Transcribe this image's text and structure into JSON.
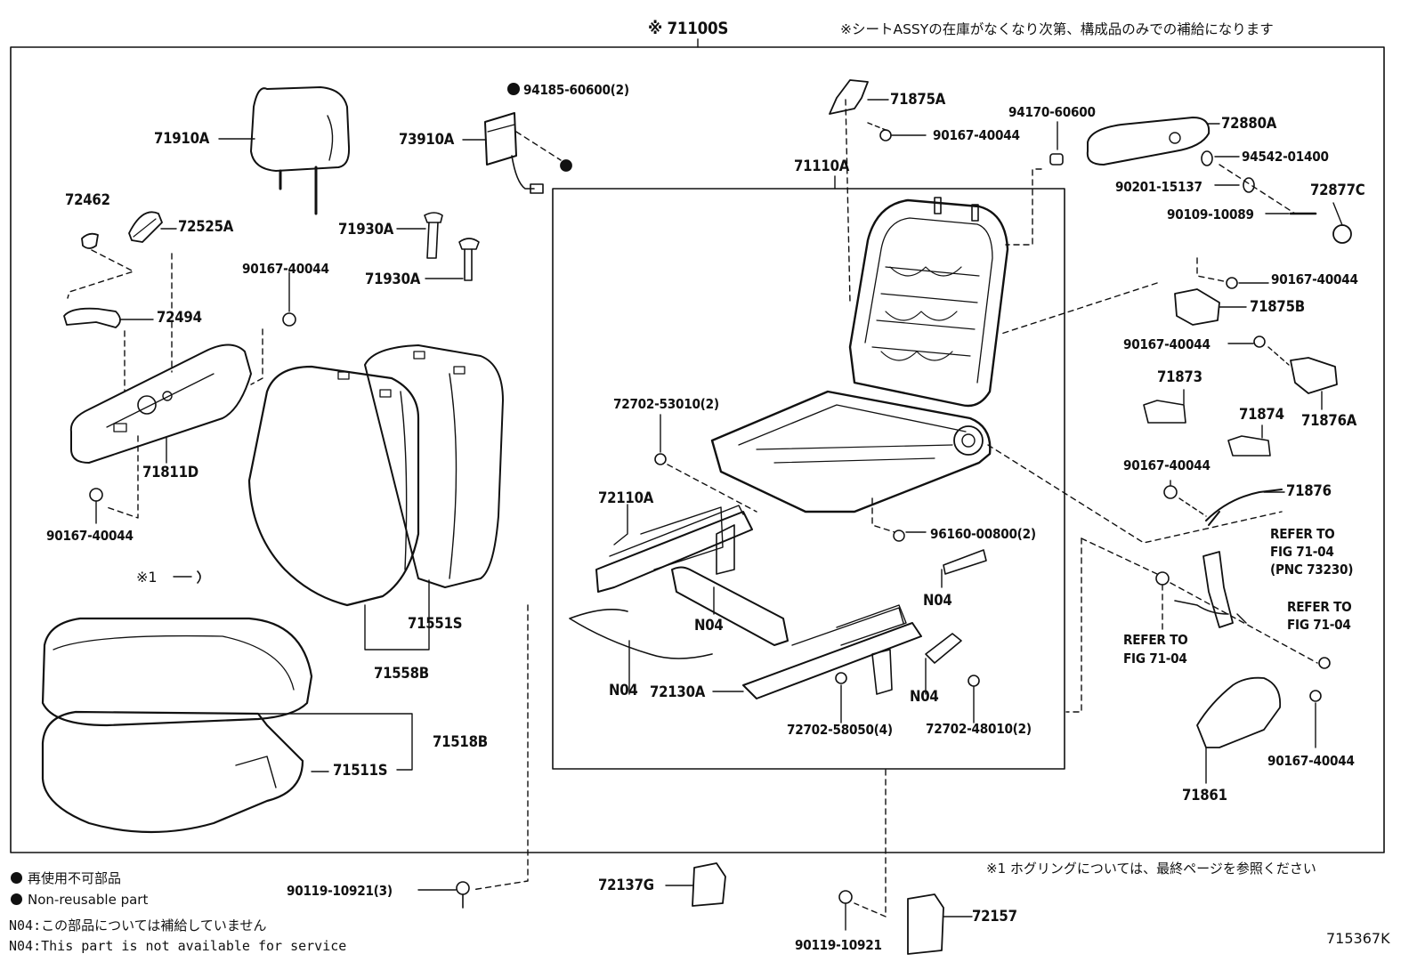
{
  "header": {
    "assembly_part": "※ 71100S",
    "assembly_note": "※シートASSYの在庫がなくなり次第、構成品のみでの補給になります"
  },
  "parts": {
    "p71910A": "71910A",
    "p73910A": "73910A",
    "p94185": "94185-60600(2)",
    "p71875A": "71875A",
    "p90167_top": "90167-40044",
    "p94170": "94170-60600",
    "p72880A": "72880A",
    "p94542": "94542-01400",
    "p90201": "90201-15137",
    "p72877C": "72877C",
    "p90109": "90109-10089",
    "p72462": "72462",
    "p72525A": "72525A",
    "p71930A_1": "71930A",
    "p71930A_2": "71930A",
    "p90167_left": "90167-40044",
    "p71110A": "71110A",
    "p72494": "72494",
    "p90167_r1": "90167-40044",
    "p71875B": "71875B",
    "p90167_r2": "90167-40044",
    "p71873": "71873",
    "p71874": "71874",
    "p71876A": "71876A",
    "p72702_53010": "72702-53010(2)",
    "p71811D": "71811D",
    "p90167_bl": "90167-40044",
    "p72110A": "72110A",
    "p90167_r3": "90167-40044",
    "p71876": "71876",
    "p96160": "96160-00800(2)",
    "p_note1_mark": "※1",
    "p71551S": "71551S",
    "p71558B": "71558B",
    "p_n04_a": "N04",
    "p_n04_b": "N04",
    "p_n04_c": "N04",
    "p_n04_d": "N04",
    "p72130A": "72130A",
    "p72702_58050": "72702-58050(4)",
    "p72702_48010": "72702-48010(2)",
    "p71518B": "71518B",
    "p71511S": "71511S",
    "p71861": "71861",
    "p90167_br": "90167-40044",
    "p90119_3": "90119-10921(3)",
    "p72137G": "72137G",
    "p72157": "72157",
    "p90119": "90119-10921"
  },
  "refer": {
    "r1_line1": "REFER TO",
    "r1_line2": "FIG 71-04",
    "r1_line3": "(PNC 73230)",
    "r2_line1": "REFER TO",
    "r2_line2": "FIG 71-04",
    "r3_line1": "REFER TO",
    "r3_line2": "FIG 71-04"
  },
  "legend": {
    "nonreusable_jp": "再使用不可部品",
    "nonreusable_en": "Non-reusable part",
    "n04_jp": "N04:この部品については補給していません",
    "n04_en": "N04:This part is not available for service",
    "hog_ring_note": "※1  ホグリングについては、最終ページを参照ください",
    "figure_id": "715367K"
  }
}
